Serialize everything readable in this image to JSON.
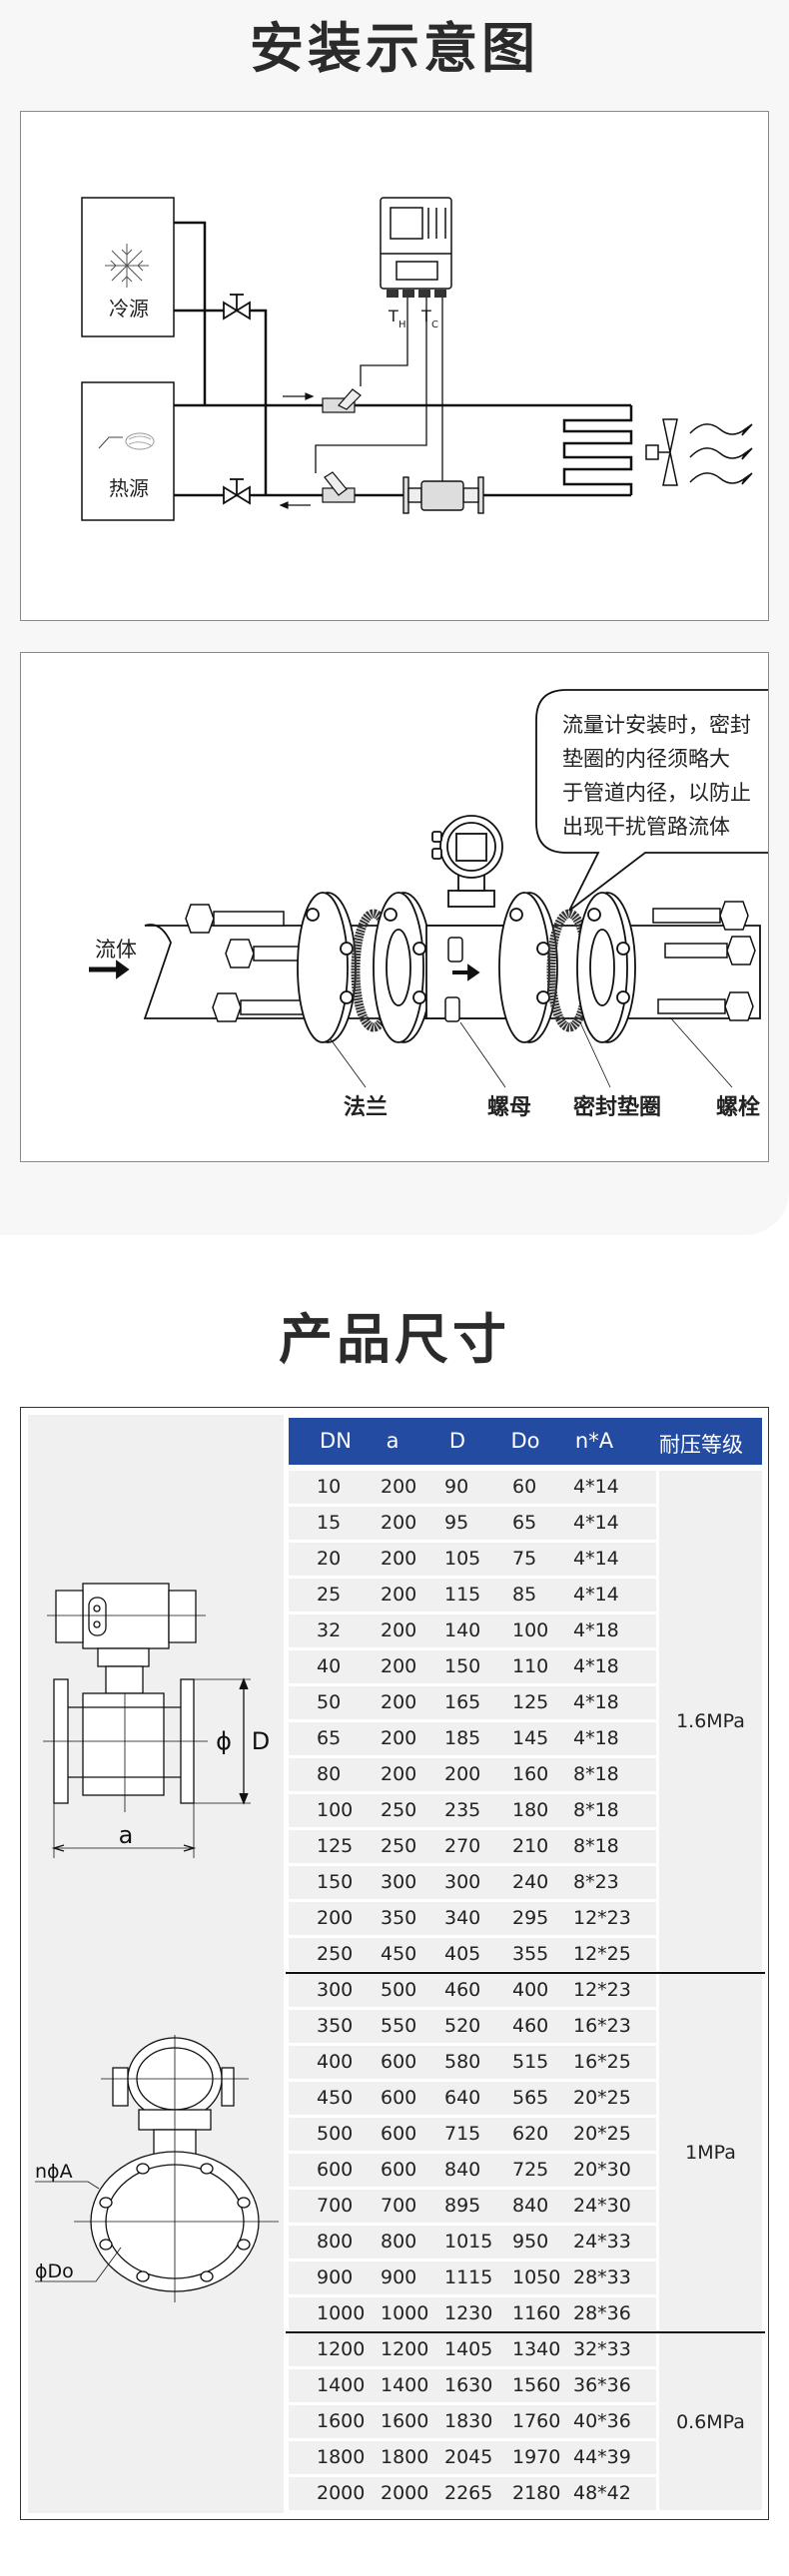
{
  "install_section": {
    "title": "安装示意图",
    "heating_diagram": {
      "cold_source": "冷源",
      "hot_source": "热源",
      "th_label": "T",
      "th_sub": "H",
      "tc_label": "T",
      "tc_sub": "C"
    },
    "flange_diagram": {
      "note_lines": [
        "流量计安装时，密封",
        "垫圈的内径须略大",
        "于管道内径，以防止",
        "出现干扰管路流体"
      ],
      "fluid_label": "流体",
      "labels": {
        "flange": "法兰",
        "nut": "螺母",
        "gasket": "密封垫圈",
        "bolt": "螺栓"
      }
    }
  },
  "dimension_section": {
    "title": "产品尺寸",
    "drawing_labels": {
      "phi": "ϕ",
      "d": "D",
      "a": "a",
      "n_phi_a": "nϕA",
      "phi_do": "ϕDo"
    },
    "table": {
      "headers": [
        "DN",
        "a",
        "D",
        "Do",
        "n*A",
        "耐压等级"
      ],
      "groups": [
        {
          "pressure": "1.6MPa",
          "rows": [
            [
              "10",
              "200",
              "90",
              "60",
              "4*14"
            ],
            [
              "15",
              "200",
              "95",
              "65",
              "4*14"
            ],
            [
              "20",
              "200",
              "105",
              "75",
              "4*14"
            ],
            [
              "25",
              "200",
              "115",
              "85",
              "4*14"
            ],
            [
              "32",
              "200",
              "140",
              "100",
              "4*18"
            ],
            [
              "40",
              "200",
              "150",
              "110",
              "4*18"
            ],
            [
              "50",
              "200",
              "165",
              "125",
              "4*18"
            ],
            [
              "65",
              "200",
              "185",
              "145",
              "4*18"
            ],
            [
              "80",
              "200",
              "200",
              "160",
              "8*18"
            ],
            [
              "100",
              "250",
              "235",
              "180",
              "8*18"
            ],
            [
              "125",
              "250",
              "270",
              "210",
              "8*18"
            ],
            [
              "150",
              "300",
              "300",
              "240",
              "8*23"
            ],
            [
              "200",
              "350",
              "340",
              "295",
              "12*23"
            ],
            [
              "250",
              "450",
              "405",
              "355",
              "12*25"
            ]
          ]
        },
        {
          "pressure": "1MPa",
          "rows": [
            [
              "300",
              "500",
              "460",
              "400",
              "12*23"
            ],
            [
              "350",
              "550",
              "520",
              "460",
              "16*23"
            ],
            [
              "400",
              "600",
              "580",
              "515",
              "16*25"
            ],
            [
              "450",
              "600",
              "640",
              "565",
              "20*25"
            ],
            [
              "500",
              "600",
              "715",
              "620",
              "20*25"
            ],
            [
              "600",
              "600",
              "840",
              "725",
              "20*30"
            ],
            [
              "700",
              "700",
              "895",
              "840",
              "24*30"
            ],
            [
              "800",
              "800",
              "1015",
              "950",
              "24*33"
            ],
            [
              "900",
              "900",
              "1115",
              "1050",
              "28*33"
            ],
            [
              "1000",
              "1000",
              "1230",
              "1160",
              "28*36"
            ]
          ]
        },
        {
          "pressure": "0.6MPa",
          "rows": [
            [
              "1200",
              "1200",
              "1405",
              "1340",
              "32*33"
            ],
            [
              "1400",
              "1400",
              "1630",
              "1560",
              "36*36"
            ],
            [
              "1600",
              "1600",
              "1830",
              "1760",
              "40*36"
            ],
            [
              "1800",
              "1800",
              "2045",
              "1970",
              "44*39"
            ],
            [
              "2000",
              "2000",
              "2265",
              "2180",
              "48*42"
            ]
          ]
        }
      ]
    }
  },
  "colors": {
    "header_bg": "#234ba1",
    "cell_bg": "#f0f0f0",
    "page_bg": "#f7f7f7"
  }
}
